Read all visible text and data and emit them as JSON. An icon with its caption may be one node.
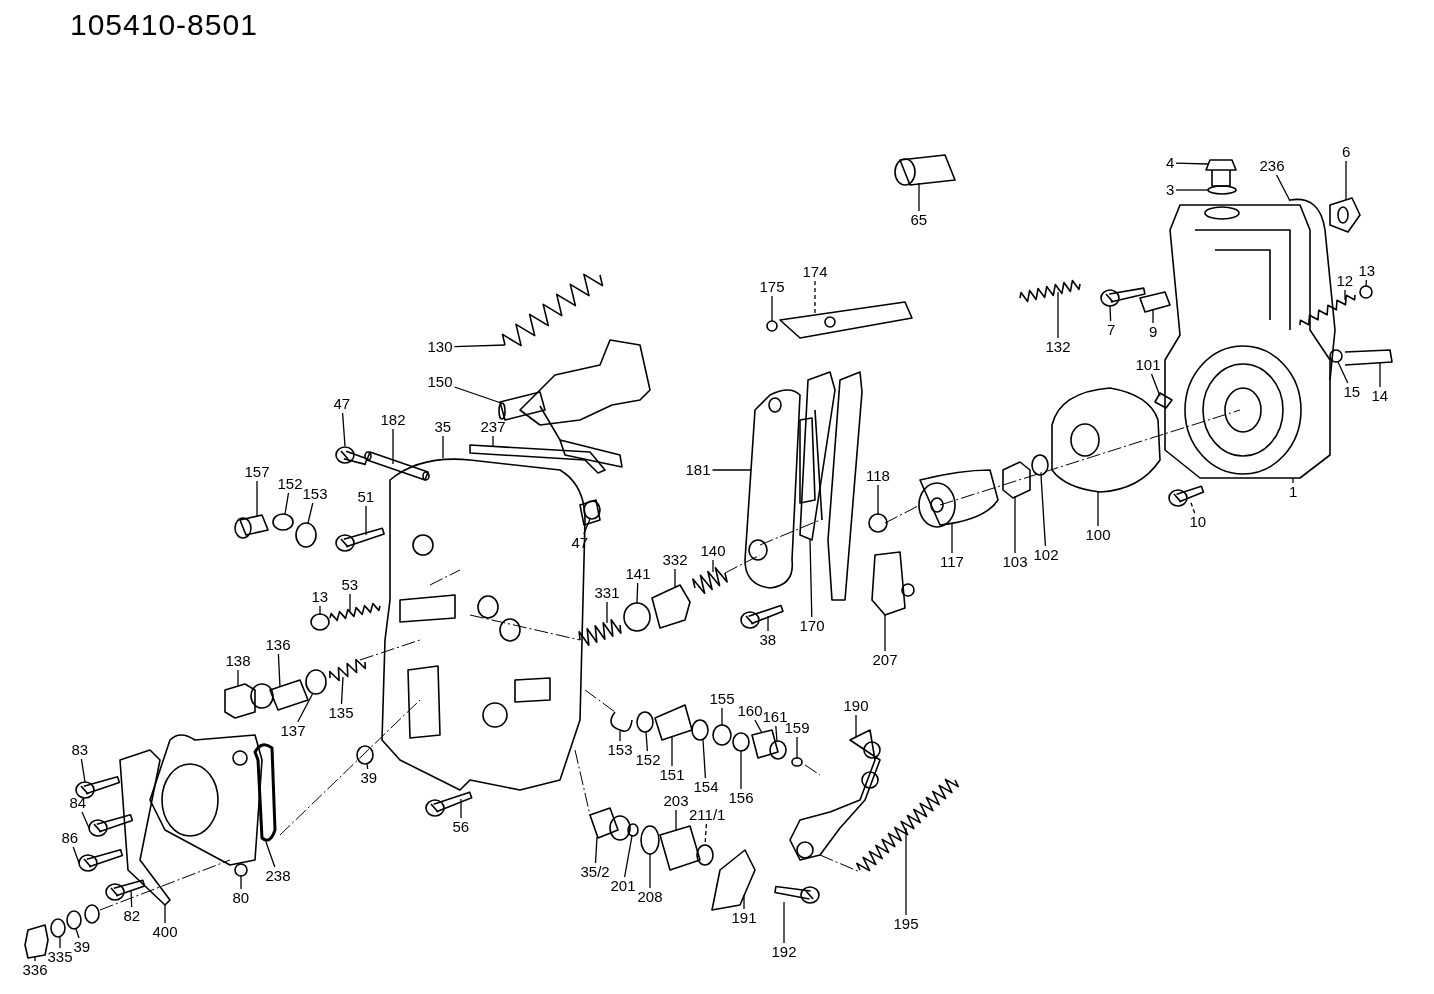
{
  "diagram": {
    "title": "105410-8501",
    "nodes": [
      {
        "text": [
          "4"
        ]
      },
      {
        "text": [
          "6"
        ]
      },
      {
        "text": [
          "236"
        ]
      },
      {
        "text": [
          "3"
        ]
      },
      {
        "text": [
          "65"
        ]
      },
      {
        "text": [
          "174"
        ]
      },
      {
        "text": [
          "13"
        ]
      },
      {
        "text": [
          "12"
        ]
      },
      {
        "text": [
          "175"
        ]
      },
      {
        "text": [
          "9"
        ]
      },
      {
        "text": [
          "7"
        ]
      },
      {
        "text": [
          "130"
        ]
      },
      {
        "text": [
          "132"
        ]
      },
      {
        "text": [
          "101"
        ]
      },
      {
        "text": [
          "150"
        ]
      },
      {
        "text": [
          "15"
        ]
      },
      {
        "text": [
          "14"
        ]
      },
      {
        "text": [
          "47"
        ]
      },
      {
        "text": [
          "182"
        ]
      },
      {
        "text": [
          "35"
        ]
      },
      {
        "text": [
          "237"
        ]
      },
      {
        "text": [
          "181"
        ]
      },
      {
        "text": [
          "157"
        ]
      },
      {
        "text": [
          "118"
        ]
      },
      {
        "text": [
          "152"
        ]
      },
      {
        "text": [
          "10"
        ]
      },
      {
        "text": [
          "1"
        ]
      },
      {
        "text": [
          "153"
        ]
      },
      {
        "text": [
          "51"
        ]
      },
      {
        "text": [
          "100"
        ]
      },
      {
        "text": [
          "47"
        ]
      },
      {
        "text": [
          "140"
        ]
      },
      {
        "text": [
          "102"
        ]
      },
      {
        "text": [
          "332"
        ]
      },
      {
        "text": [
          "117"
        ]
      },
      {
        "text": [
          "103"
        ]
      },
      {
        "text": [
          "141"
        ]
      },
      {
        "text": [
          "53"
        ]
      },
      {
        "text": [
          "331"
        ]
      },
      {
        "text": [
          "13"
        ]
      },
      {
        "text": [
          "170"
        ]
      },
      {
        "text": [
          "38"
        ]
      },
      {
        "text": [
          "136"
        ]
      },
      {
        "text": [
          "207"
        ]
      },
      {
        "text": [
          "138"
        ]
      },
      {
        "text": [
          "155"
        ]
      },
      {
        "text": [
          "190"
        ]
      },
      {
        "text": [
          "160"
        ]
      },
      {
        "text": [
          "135"
        ]
      },
      {
        "text": [
          "161"
        ]
      },
      {
        "text": [
          "159"
        ]
      },
      {
        "text": [
          "137"
        ]
      },
      {
        "text": [
          "83"
        ]
      },
      {
        "text": [
          "153"
        ]
      },
      {
        "text": [
          "152"
        ]
      },
      {
        "text": [
          "151"
        ]
      },
      {
        "text": [
          "39"
        ]
      },
      {
        "text": [
          "154"
        ]
      },
      {
        "text": [
          "156"
        ]
      },
      {
        "text": [
          "203"
        ]
      },
      {
        "text": [
          "84"
        ]
      },
      {
        "text": [
          "211/1"
        ]
      },
      {
        "text": [
          "56"
        ]
      },
      {
        "text": [
          "86"
        ]
      },
      {
        "text": [
          "35/2"
        ]
      },
      {
        "text": [
          "238"
        ]
      },
      {
        "text": [
          "201"
        ]
      },
      {
        "text": [
          "208"
        ]
      },
      {
        "text": [
          "80"
        ]
      },
      {
        "text": [
          "82"
        ]
      },
      {
        "text": [
          "191"
        ]
      },
      {
        "text": [
          "195"
        ]
      },
      {
        "text": [
          "400"
        ]
      },
      {
        "text": [
          "39"
        ]
      },
      {
        "text": [
          "192"
        ]
      },
      {
        "text": [
          "335"
        ]
      },
      {
        "text": [
          "336"
        ]
      },
      {
        "text": [],
        "shape": "picture"
      },
      {
        "text": [],
        "shape": "picture"
      },
      {
        "text": [],
        "shape": "picture"
      },
      {
        "text": [],
        "shape": "circle"
      },
      {
        "text": [],
        "shape": "picture"
      },
      {
        "text": [],
        "shape": "picture"
      },
      {
        "text": [],
        "shape": "circle"
      },
      {
        "text": [],
        "shape": "picture"
      },
      {
        "text": [],
        "shape": "circle"
      },
      {
        "text": [],
        "shape": "picture"
      },
      {
        "text": [],
        "shape": "picture"
      },
      {
        "text": [],
        "shape": "picture"
      },
      {
        "text": [],
        "shape": "picture"
      },
      {
        "text": [],
        "shape": "picture"
      },
      {
        "text": [],
        "shape": "picture"
      },
      {
        "text": [],
        "shape": "circle"
      },
      {
        "text": [],
        "shape": "picture"
      },
      {
        "text": [],
        "shape": "picture"
      },
      {
        "text": [],
        "shape": "picture"
      },
      {
        "text": [],
        "shape": "picture"
      },
      {
        "text": [],
        "shape": "picture"
      },
      {
        "text": [],
        "shape": "picture"
      },
      {
        "text": [],
        "shape": "picture"
      },
      {
        "text": [],
        "shape": "circle"
      },
      {
        "text": [],
        "shape": "circle"
      },
      {
        "text": [],
        "shape": "picture"
      },
      {
        "text": [],
        "shape": "picture"
      },
      {
        "text": [],
        "shape": "circle"
      },
      {
        "text": [],
        "shape": "picture"
      },
      {
        "text": [],
        "shape": "picture"
      },
      {
        "text": [],
        "shape": "picture"
      },
      {
        "text": [],
        "shape": "picture"
      },
      {
        "text": [],
        "shape": "circle"
      },
      {
        "text": [],
        "shape": "picture"
      },
      {
        "text": [],
        "shape": "picture"
      },
      {
        "text": [],
        "shape": "picture"
      },
      {
        "text": [],
        "shape": "circle"
      },
      {
        "text": [],
        "shape": "picture"
      },
      {
        "text": [],
        "shape": "picture"
      },
      {
        "text": [],
        "shape": "circle"
      },
      {
        "text": [],
        "shape": "picture"
      },
      {
        "text": [],
        "shape": "picture"
      },
      {
        "text": [],
        "shape": "picture"
      },
      {
        "text": [],
        "shape": "picture"
      },
      {
        "text": [],
        "shape": "picture"
      },
      {
        "text": [],
        "shape": "circle"
      },
      {
        "text": [],
        "shape": "picture"
      },
      {
        "text": [],
        "shape": "picture"
      },
      {
        "text": [],
        "shape": "picture"
      },
      {
        "text": [],
        "shape": "circle"
      },
      {
        "text": [],
        "shape": "circle"
      },
      {
        "text": [],
        "shape": "circle"
      },
      {
        "text": [],
        "shape": "picture"
      },
      {
        "text": [],
        "shape": "picture"
      },
      {
        "text": [],
        "shape": "circle"
      },
      {
        "text": [],
        "shape": "picture"
      },
      {
        "text": [],
        "shape": "circle"
      },
      {
        "text": [],
        "shape": "circle"
      },
      {
        "text": [],
        "shape": "circle"
      },
      {
        "text": [],
        "shape": "picture"
      },
      {
        "text": [],
        "shape": "picture"
      },
      {
        "text": [],
        "shape": "circle"
      },
      {
        "text": [],
        "shape": "picture"
      },
      {
        "text": [],
        "shape": "picture"
      },
      {
        "text": [],
        "shape": "picture"
      },
      {
        "text": [],
        "shape": "picture"
      },
      {
        "text": [],
        "shape": "circle"
      },
      {
        "text": [],
        "shape": "circle"
      },
      {
        "text": [],
        "shape": "circle"
      },
      {
        "text": [],
        "shape": "picture"
      },
      {
        "text": [],
        "shape": "picture"
      },
      {
        "text": [],
        "shape": "picture"
      },
      {
        "text": [],
        "shape": "picture"
      },
      {
        "text": [],
        "shape": "circle"
      },
      {
        "text": [],
        "shape": "picture"
      },
      {
        "text": [],
        "shape": "circle"
      },
      {
        "text": [],
        "shape": "picture"
      }
    ],
    "edges": [
      {
        "from": 0,
        "to": 77,
        "arrow": "none"
      },
      {
        "from": 1,
        "to": 78,
        "arrow": "none"
      },
      {
        "from": 2,
        "to": 79,
        "arrow": "none"
      },
      {
        "from": 3,
        "to": 80,
        "arrow": "none"
      },
      {
        "from": 4,
        "to": 81,
        "arrow": "none"
      },
      {
        "from": 5,
        "to": 82,
        "arrow": "none",
        "style": "dashed"
      },
      {
        "from": 6,
        "to": 83,
        "arrow": "none"
      },
      {
        "from": 7,
        "to": 84,
        "arrow": "none"
      },
      {
        "from": 8,
        "to": 85,
        "arrow": "none"
      },
      {
        "from": 9,
        "to": 86,
        "arrow": "none"
      },
      {
        "from": 10,
        "to": 87,
        "arrow": "none"
      },
      {
        "from": 11,
        "to": 88,
        "arrow": "none"
      },
      {
        "from": 12,
        "to": 89,
        "arrow": "none"
      },
      {
        "from": 13,
        "to": 90,
        "arrow": "none"
      },
      {
        "from": 14,
        "to": 91,
        "arrow": "none"
      },
      {
        "from": 15,
        "to": 92,
        "arrow": "none"
      },
      {
        "from": 16,
        "to": 93,
        "arrow": "none"
      },
      {
        "from": 17,
        "to": 94,
        "arrow": "none"
      },
      {
        "from": 18,
        "to": 95,
        "arrow": "none"
      },
      {
        "from": 19,
        "to": 96,
        "arrow": "none"
      },
      {
        "from": 20,
        "to": 97,
        "arrow": "none"
      },
      {
        "from": 21,
        "to": 98,
        "arrow": "none"
      },
      {
        "from": 22,
        "to": 99,
        "arrow": "none"
      },
      {
        "from": 23,
        "to": 100,
        "arrow": "none"
      },
      {
        "from": 24,
        "to": 101,
        "arrow": "none"
      },
      {
        "from": 25,
        "to": 102,
        "arrow": "none",
        "style": "dashed"
      },
      {
        "from": 26,
        "to": 103,
        "arrow": "none"
      },
      {
        "from": 27,
        "to": 104,
        "arrow": "none"
      },
      {
        "from": 28,
        "to": 105,
        "arrow": "none"
      },
      {
        "from": 29,
        "to": 106,
        "arrow": "none"
      },
      {
        "from": 30,
        "to": 107,
        "arrow": "none"
      },
      {
        "from": 31,
        "to": 108,
        "arrow": "none"
      },
      {
        "from": 32,
        "to": 109,
        "arrow": "none"
      },
      {
        "from": 33,
        "to": 110,
        "arrow": "none"
      },
      {
        "from": 34,
        "to": 111,
        "arrow": "none"
      },
      {
        "from": 35,
        "to": 112,
        "arrow": "none"
      },
      {
        "from": 36,
        "to": 113,
        "arrow": "none"
      },
      {
        "from": 37,
        "to": 114,
        "arrow": "none"
      },
      {
        "from": 38,
        "to": 115,
        "arrow": "none"
      },
      {
        "from": 39,
        "to": 116,
        "arrow": "none"
      },
      {
        "from": 40,
        "to": 117,
        "arrow": "none"
      },
      {
        "from": 41,
        "to": 118,
        "arrow": "none"
      },
      {
        "from": 42,
        "to": 119,
        "arrow": "none"
      },
      {
        "from": 43,
        "to": 120,
        "arrow": "none"
      },
      {
        "from": 44,
        "to": 121,
        "arrow": "none"
      },
      {
        "from": 45,
        "to": 122,
        "arrow": "none"
      },
      {
        "from": 46,
        "to": 123,
        "arrow": "none"
      },
      {
        "from": 47,
        "to": 124,
        "arrow": "none"
      },
      {
        "from": 48,
        "to": 125,
        "arrow": "none"
      },
      {
        "from": 49,
        "to": 126,
        "arrow": "none"
      },
      {
        "from": 50,
        "to": 127,
        "arrow": "none"
      },
      {
        "from": 51,
        "to": 128,
        "arrow": "none"
      },
      {
        "from": 52,
        "to": 129,
        "arrow": "none"
      },
      {
        "from": 53,
        "to": 130,
        "arrow": "none"
      },
      {
        "from": 54,
        "to": 131,
        "arrow": "none"
      },
      {
        "from": 55,
        "to": 132,
        "arrow": "none"
      },
      {
        "from": 56,
        "to": 133,
        "arrow": "none"
      },
      {
        "from": 57,
        "to": 134,
        "arrow": "none"
      },
      {
        "from": 58,
        "to": 135,
        "arrow": "none"
      },
      {
        "from": 59,
        "to": 136,
        "arrow": "none"
      },
      {
        "from": 60,
        "to": 137,
        "arrow": "none"
      },
      {
        "from": 61,
        "to": 138,
        "arrow": "none",
        "style": "dashed"
      },
      {
        "from": 62,
        "to": 139,
        "arrow": "none"
      },
      {
        "from": 63,
        "to": 140,
        "arrow": "none"
      },
      {
        "from": 64,
        "to": 141,
        "arrow": "none"
      },
      {
        "from": 65,
        "to": 142,
        "arrow": "none"
      },
      {
        "from": 66,
        "to": 143,
        "arrow": "none"
      },
      {
        "from": 67,
        "to": 144,
        "arrow": "none"
      },
      {
        "from": 68,
        "to": 145,
        "arrow": "none"
      },
      {
        "from": 69,
        "to": 146,
        "arrow": "none"
      },
      {
        "from": 70,
        "to": 147,
        "arrow": "none"
      },
      {
        "from": 71,
        "to": 148,
        "arrow": "none"
      },
      {
        "from": 72,
        "to": 149,
        "arrow": "none"
      },
      {
        "from": 73,
        "to": 150,
        "arrow": "none"
      },
      {
        "from": 74,
        "to": 151,
        "arrow": "none"
      },
      {
        "from": 75,
        "to": 152,
        "arrow": "none"
      },
      {
        "from": 76,
        "to": 153,
        "arrow": "none"
      }
    ]
  }
}
